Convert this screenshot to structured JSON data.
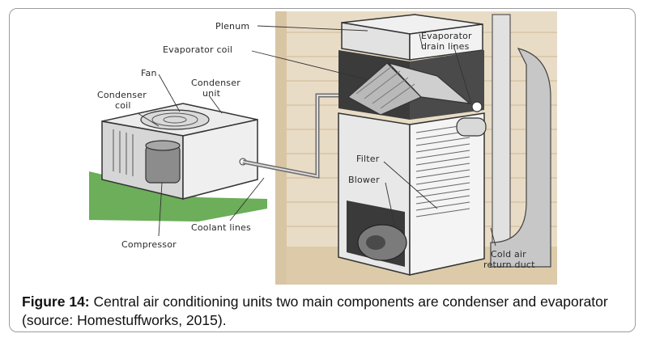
{
  "diagram": {
    "labels": {
      "plenum": "Plenum",
      "evaporator_coil": "Evaporator coil",
      "fan": "Fan",
      "condenser_unit_1": "Condenser",
      "condenser_unit_2": "unit",
      "condenser_coil_1": "Condenser",
      "condenser_coil_2": "coil",
      "evap_drain_1": "Evaporator",
      "evap_drain_2": "drain lines",
      "filter": "Filter",
      "blower": "Blower",
      "coolant_lines": "Coolant lines",
      "compressor": "Compressor",
      "cold_air_1": "Cold air",
      "cold_air_2": "return duct"
    }
  },
  "caption": {
    "label": "Figure 14:",
    "text": " Central air conditioning units two main components are condenser and evaporator (source: Homestuffworks, 2015)."
  }
}
